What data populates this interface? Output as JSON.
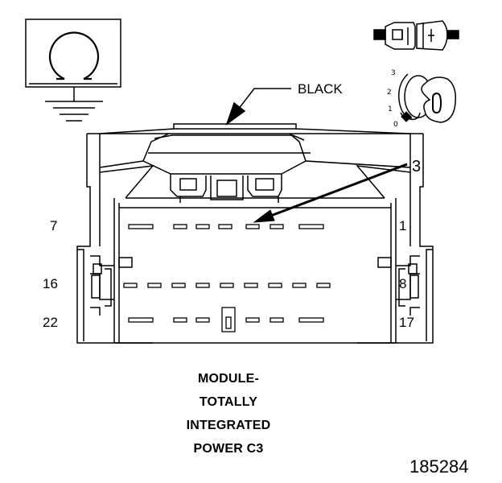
{
  "callouts": {
    "color_label": "BLACK",
    "pin_pointer": "3"
  },
  "pin_numbers": {
    "row1_left": "7",
    "row1_right": "1",
    "row2_left": "16",
    "row2_right": "8",
    "row3_left": "22",
    "row3_right": "17"
  },
  "ignition_key": {
    "positions": [
      "3",
      "2",
      "1",
      "0"
    ],
    "key_face": "0"
  },
  "caption": {
    "lines": [
      "MODULE-",
      "TOTALLY",
      "INTEGRATED",
      "POWER C3"
    ]
  },
  "figure_number": "185284",
  "icons": {
    "ground_symbol": "ohm-ground-icon",
    "connector_symbol": "connector-icon",
    "key_symbol": "ignition-key-icon"
  }
}
